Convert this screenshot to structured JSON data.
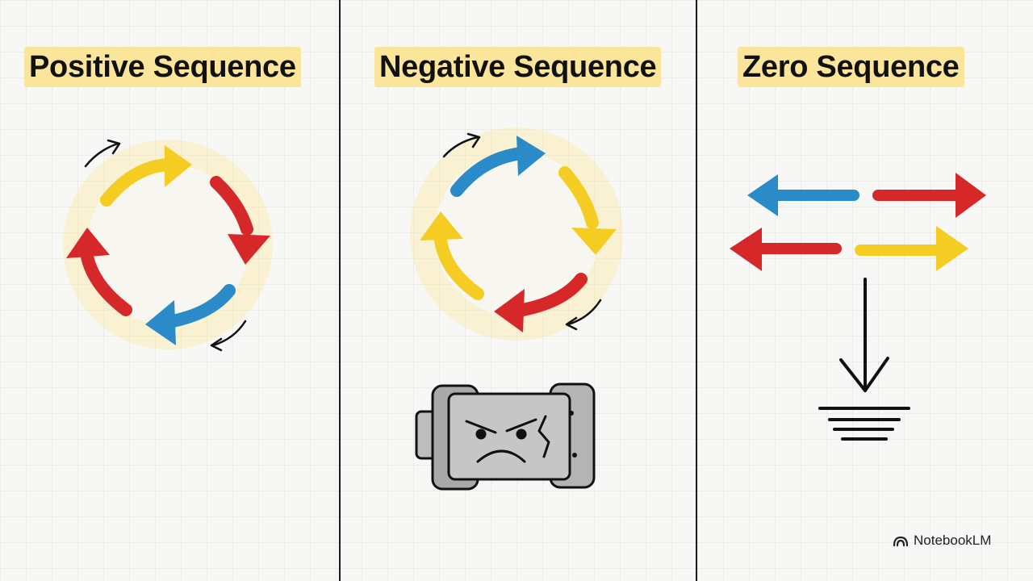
{
  "panels": [
    {
      "title": "Positive Sequence"
    },
    {
      "title": "Negative Sequence"
    },
    {
      "title": "Zero Sequence"
    }
  ],
  "brand": {
    "name": "NotebookLM",
    "icon": "notebooklm-logo-icon"
  },
  "colors": {
    "red": "#d62828",
    "yellow": "#f5cd22",
    "blue": "#2a8bc8",
    "highlight": "#fbe59a",
    "ink": "#111111"
  }
}
